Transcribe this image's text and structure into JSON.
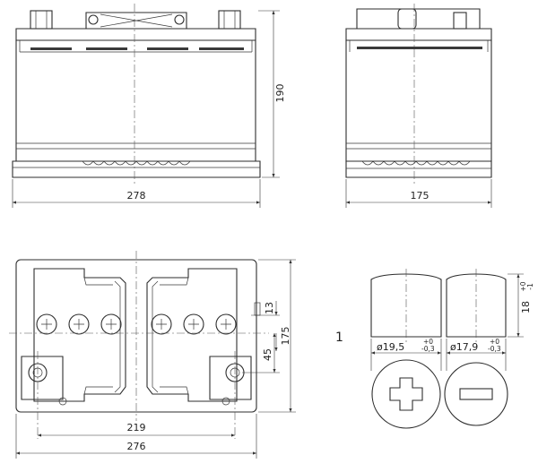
{
  "dimensions": {
    "front_length": "278",
    "front_height": "190",
    "side_width": "175",
    "top_length": "276",
    "top_width": "175",
    "terminal_spacing": "219",
    "terminal_offset_45": "45",
    "terminal_offset_13": "13"
  },
  "terminals": {
    "callout_number": "1",
    "positive_diameter": "ø19,5",
    "positive_tol_upper": "+0",
    "positive_tol_lower": "-0,3",
    "negative_diameter": "ø17,9",
    "negative_tol_upper": "+0",
    "negative_tol_lower": "-0,3",
    "height": "18",
    "height_tol_upper": "+0",
    "height_tol_lower": "-1"
  }
}
